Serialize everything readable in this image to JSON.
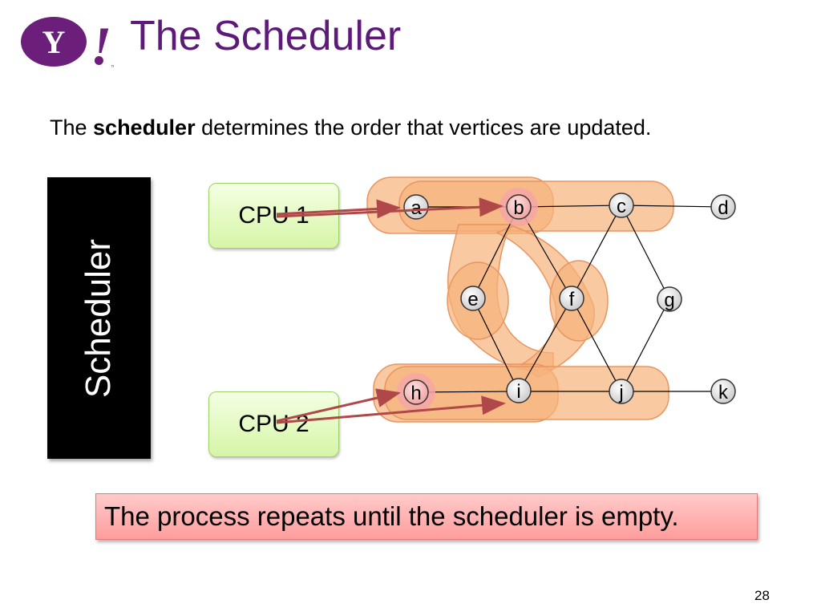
{
  "slide": {
    "title": "The Scheduler",
    "subtitle_prefix": "The ",
    "subtitle_bold": "scheduler",
    "subtitle_suffix": " determines the order that vertices are updated.",
    "page_number": "28"
  },
  "logo": {
    "letter": "Y",
    "exclaim": "!",
    "tm": "™",
    "color": "#6b1f7b"
  },
  "scheduler": {
    "label": "Scheduler"
  },
  "cpus": [
    {
      "label": "CPU 1"
    },
    {
      "label": "CPU 2"
    }
  ],
  "graph": {
    "vertices": [
      "a",
      "b",
      "c",
      "d",
      "e",
      "f",
      "g",
      "h",
      "i",
      "j",
      "k"
    ],
    "highlighted_vertices": [
      "b",
      "h"
    ],
    "edges": [
      [
        "a",
        "b"
      ],
      [
        "b",
        "c"
      ],
      [
        "c",
        "d"
      ],
      [
        "b",
        "e"
      ],
      [
        "b",
        "f"
      ],
      [
        "c",
        "f"
      ],
      [
        "c",
        "g"
      ],
      [
        "e",
        "i"
      ],
      [
        "f",
        "i"
      ],
      [
        "f",
        "j"
      ],
      [
        "g",
        "j"
      ],
      [
        "h",
        "i"
      ],
      [
        "i",
        "j"
      ],
      [
        "j",
        "k"
      ]
    ],
    "assignments": [
      {
        "cpu": "CPU 1",
        "targets": [
          "a",
          "b"
        ]
      },
      {
        "cpu": "CPU 2",
        "targets": [
          "h",
          "i"
        ]
      }
    ]
  },
  "callout": {
    "text": "The process repeats until the scheduler is empty."
  },
  "colors": {
    "title": "#5e1a7a",
    "scope": "#f7b27a",
    "arrow": "#b0484a",
    "callout": "#ffb0b0",
    "cpu": "#dff7b8"
  }
}
